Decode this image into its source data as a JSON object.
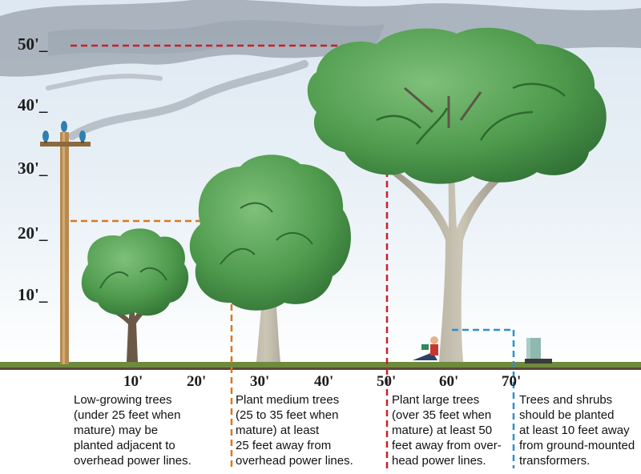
{
  "diagram": {
    "y_axis_labels": [
      "50'_",
      "40'_",
      "30'_",
      "20'_",
      "10'_"
    ],
    "x_axis_labels": [
      "10'",
      "20'",
      "30'",
      "40'",
      "50'",
      "60'",
      "70'"
    ],
    "tree_height_guides_ft": {
      "low_growing": 22,
      "medium": 22,
      "large": 50,
      "transformer_clearance": 10
    },
    "guide_colors": {
      "low_growing": "#d9781c",
      "medium": "#d9781c",
      "large": "#c8202a",
      "transformer": "#2b8fd1"
    },
    "captions": {
      "low_growing": "Low-growing trees\n(under 25 feet when\nmature) may be\nplanted adjacent to\noverhead power lines.",
      "medium": "Plant medium trees\n(25 to 35 feet when\nmature) at least\n25 feet away from\noverhead power lines.",
      "large": "Plant large trees\n(over 35 feet when\nmature) at least 50\nfeet away from over-\nhead power lines.",
      "transformer": "Trees and shrubs\nshould be planted\nat least 10 feet away\nfrom ground-mounted\ntransformers."
    },
    "icons": [
      "utility-pole-icon",
      "transformer-icon",
      "reading-person-icon",
      "cloud-icon"
    ]
  }
}
